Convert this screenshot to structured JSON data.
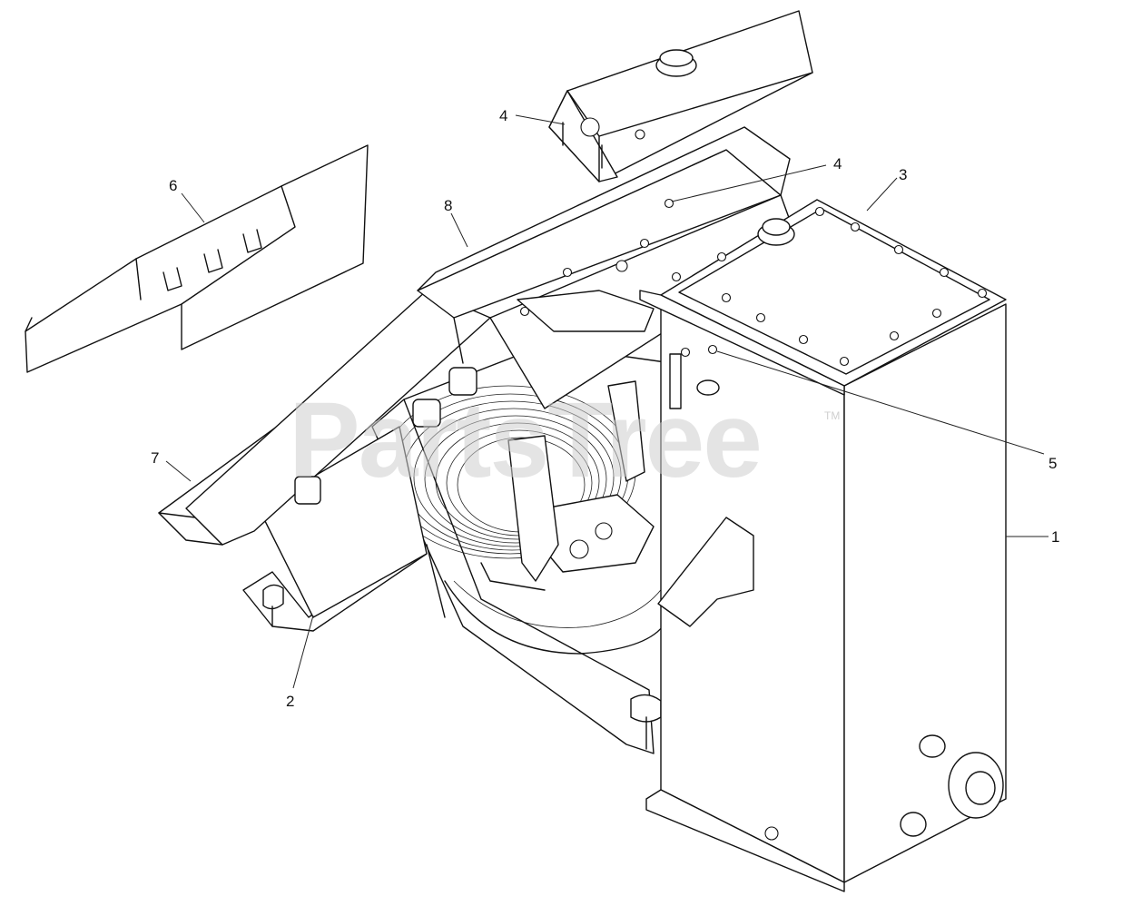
{
  "watermark": {
    "text": "PartsTree",
    "trademark": "TM"
  },
  "callouts": [
    {
      "id": "c1",
      "label": "1"
    },
    {
      "id": "c2",
      "label": "2"
    },
    {
      "id": "c3",
      "label": "3"
    },
    {
      "id": "c4a",
      "label": "4"
    },
    {
      "id": "c4b",
      "label": "4"
    },
    {
      "id": "c5",
      "label": "5"
    },
    {
      "id": "c6",
      "label": "6"
    },
    {
      "id": "c7",
      "label": "7"
    },
    {
      "id": "c8",
      "label": "8"
    }
  ]
}
